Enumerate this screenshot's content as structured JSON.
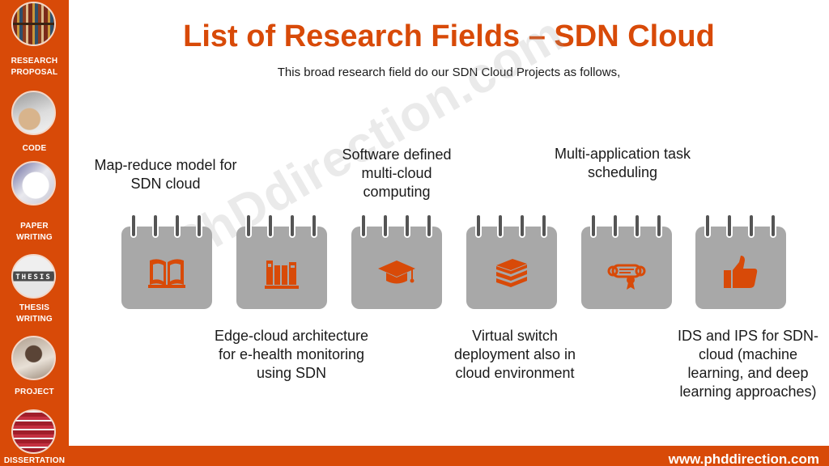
{
  "header": {
    "title": "List of Research Fields – SDN Cloud",
    "subtitle": "This broad research field do our SDN Cloud Projects as follows,"
  },
  "sidebar": {
    "items": [
      {
        "label": "RESEARCH PROPOSAL"
      },
      {
        "label": "CODE"
      },
      {
        "label": "PAPER WRITING"
      },
      {
        "label": "THESIS WRITING",
        "thumb_text": "THESIS"
      },
      {
        "label": "PROJECT"
      },
      {
        "label": "DISSERTATION"
      }
    ]
  },
  "watermark": "PhDdirection.com",
  "fields": [
    {
      "label": "Map-reduce model for SDN cloud",
      "icon": "open-book-icon"
    },
    {
      "label": "Edge-cloud architecture for e-health monitoring using SDN",
      "icon": "books-shelf-icon"
    },
    {
      "label": "Software defined multi-cloud computing",
      "icon": "graduation-cap-icon"
    },
    {
      "label": "Virtual switch deployment also in cloud environment",
      "icon": "book-stack-icon"
    },
    {
      "label": "Multi-application task scheduling",
      "icon": "diploma-icon"
    },
    {
      "label": "IDS and IPS for SDN-cloud (machine learning, and deep learning approaches)",
      "icon": "thumbs-up-icon"
    }
  ],
  "footer": {
    "url": "www.phddirection.com"
  },
  "colors": {
    "accent": "#d84a08",
    "calendar": "#a8a8a8",
    "ring": "#555555"
  }
}
